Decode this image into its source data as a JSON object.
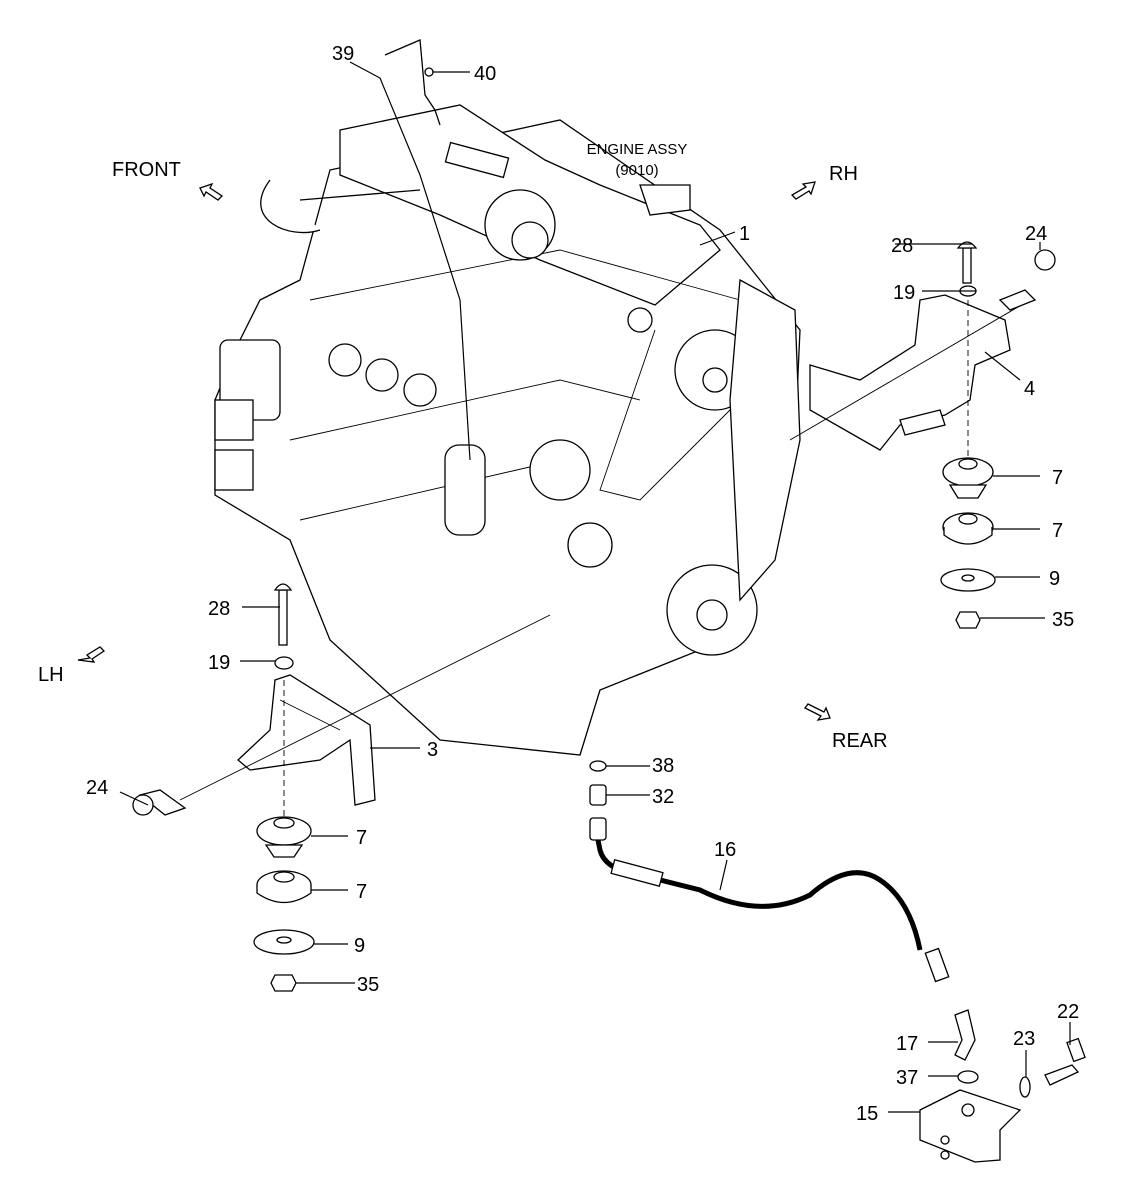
{
  "title": {
    "line1": "ENGINE ASSY",
    "line2": "(9010)"
  },
  "directions": {
    "front": "FRONT",
    "rh": "RH",
    "lh": "LH",
    "rear": "REAR"
  },
  "callouts": {
    "c39": "39",
    "c40": "40",
    "c1": "1",
    "rh28": "28",
    "rh24": "24",
    "rh19": "19",
    "rh4": "4",
    "rh7a": "7",
    "rh7b": "7",
    "rh9": "9",
    "rh35": "35",
    "lh28": "28",
    "lh19": "19",
    "lh3": "3",
    "lh24": "24",
    "lh7a": "7",
    "lh7b": "7",
    "lh9": "9",
    "lh35": "35",
    "c38": "38",
    "c32": "32",
    "c16": "16",
    "c22": "22",
    "c23": "23",
    "c17": "17",
    "c37": "37",
    "c15": "15"
  }
}
